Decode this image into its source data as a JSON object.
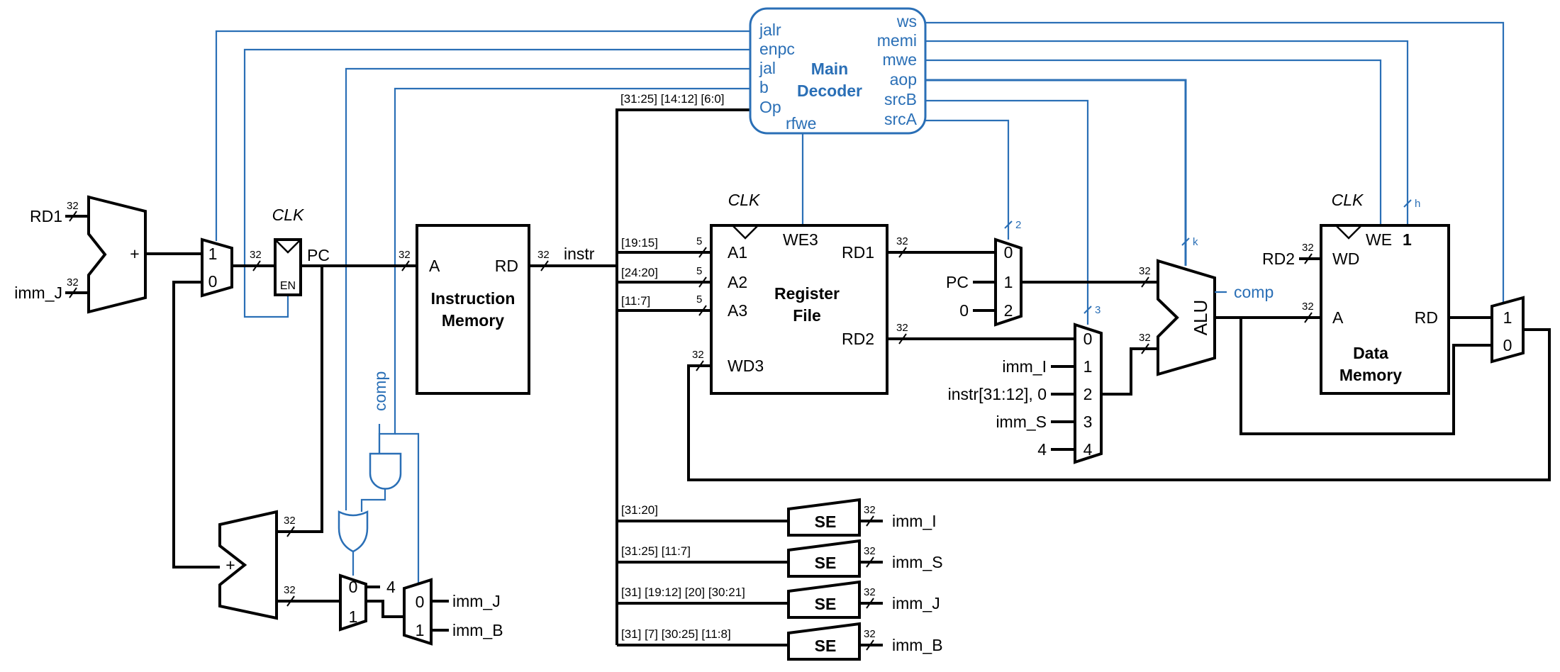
{
  "decoder": {
    "title_line1": "Main",
    "title_line2": "Decoder",
    "in_jalr": "jalr",
    "in_enpc": "enpc",
    "in_jal": "jal",
    "in_b": "b",
    "in_op": "Op",
    "in_rfwe": "rfwe",
    "out_ws": "ws",
    "out_memi": "memi",
    "out_mwe": "mwe",
    "out_aop": "aop",
    "out_srcb": "srcB",
    "out_srca": "srcA"
  },
  "decoder_input_slice": "[31:25] [14:12] [6:0]",
  "pc_branch": {
    "adder_in_rd1": "RD1",
    "adder_in_immj": "imm_J",
    "adder_plus": "+",
    "adder2_plus": "+",
    "mux_in1": "1",
    "mux_in0": "0",
    "clk": "CLK",
    "en": "EN",
    "pc": "PC",
    "comp": "comp",
    "mux_a_in0": "0",
    "mux_a_in1": "1",
    "mux_a_const": "4",
    "mux_b_in0": "0",
    "mux_b_in1": "1",
    "mux_b_immj": "imm_J",
    "mux_b_immb": "imm_B"
  },
  "imem": {
    "line1": "Instruction",
    "line2": "Memory",
    "port_a": "A",
    "port_rd": "RD",
    "out": "instr"
  },
  "regfile": {
    "line1": "Register",
    "line2": "File",
    "clk": "CLK",
    "we3": "WE3",
    "a1": "A1",
    "a2": "A2",
    "a3": "A3",
    "wd3": "WD3",
    "rd1": "RD1",
    "rd2": "RD2",
    "slice_a1": "[19:15]",
    "slice_a2": "[24:20]",
    "slice_a3": "[11:7]"
  },
  "srca_mux": {
    "in0": "0",
    "in1": "1",
    "in2": "2",
    "src1": "PC",
    "src2": "0"
  },
  "srcb_mux": {
    "in0": "0",
    "in1": "1",
    "in2": "2",
    "in3": "3",
    "in4": "4",
    "src1": "imm_I",
    "src2": "instr[31:12], 0",
    "src3": "imm_S",
    "src4": "4"
  },
  "alu": {
    "label": "ALU",
    "comp": "comp"
  },
  "dmem": {
    "clk": "CLK",
    "we": "WE",
    "port_wd": "WD",
    "port_a": "A",
    "port_rd": "RD",
    "in_rd2": "RD2",
    "line1": "Data",
    "line2": "Memory"
  },
  "result_mux": {
    "in1": "1",
    "in0": "0"
  },
  "sign_ext": [
    {
      "slice": "[31:20]",
      "label": "SE",
      "out": "imm_I"
    },
    {
      "slice": "[31:25] [11:7]",
      "label": "SE",
      "out": "imm_S"
    },
    {
      "slice": "[31] [19:12] [20] [30:21]",
      "label": "SE",
      "out": "imm_J"
    },
    {
      "slice": "[31] [7] [30:25] [11:8]",
      "label": "SE",
      "out": "imm_B"
    }
  ],
  "bus_widths": {
    "w32": "32",
    "w5": "5",
    "w3": "3",
    "w2": "2",
    "wk": "k",
    "wh": "h",
    "w1": "1"
  },
  "colors": {
    "control": "#2a6fb6",
    "datapath": "#000000"
  }
}
